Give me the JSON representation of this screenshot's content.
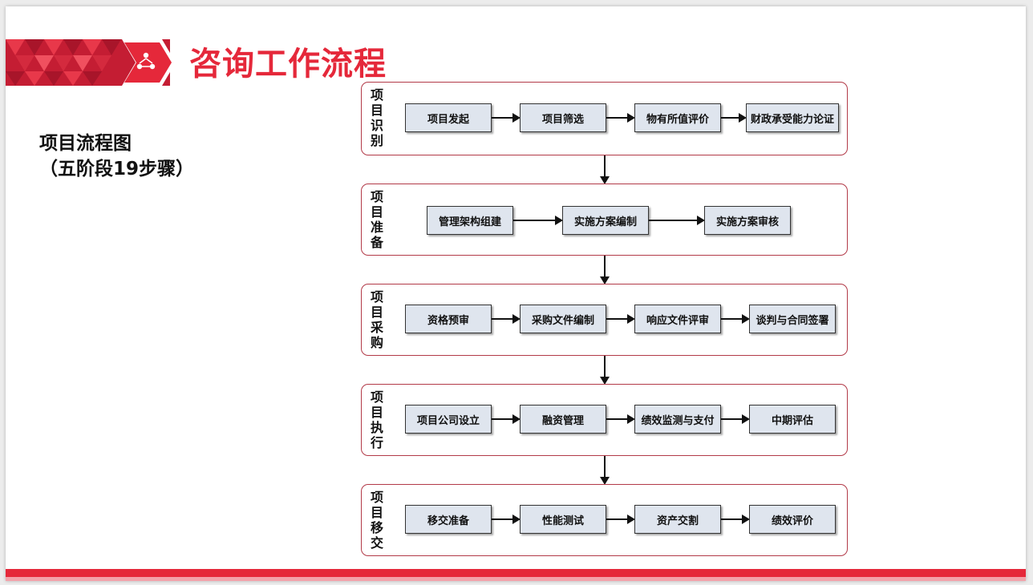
{
  "header": {
    "title": "咨询工作流程",
    "icon": "people-network-icon",
    "accent_color": "#e5283a"
  },
  "subtitle": {
    "line1": "项目流程图",
    "line2": "（五阶段19步骤）"
  },
  "stages": [
    {
      "label": [
        "项",
        "目",
        "识",
        "别"
      ],
      "steps": [
        "项目发起",
        "项目筛选",
        "物有所值评价",
        "财政承受能力论证"
      ]
    },
    {
      "label": [
        "项",
        "目",
        "准",
        "备"
      ],
      "steps": [
        "管理架构组建",
        "实施方案编制",
        "实施方案审核"
      ]
    },
    {
      "label": [
        "项",
        "目",
        "采",
        "购"
      ],
      "steps": [
        "资格预审",
        "采购文件编制",
        "响应文件评审",
        "谈判与合同签署"
      ]
    },
    {
      "label": [
        "项",
        "目",
        "执",
        "行"
      ],
      "steps": [
        "项目公司设立",
        "融资管理",
        "绩效监测与支付",
        "中期评估"
      ]
    },
    {
      "label": [
        "项",
        "目",
        "移",
        "交"
      ],
      "steps": [
        "移交准备",
        "性能测试",
        "资产交割",
        "绩效评价"
      ]
    }
  ]
}
